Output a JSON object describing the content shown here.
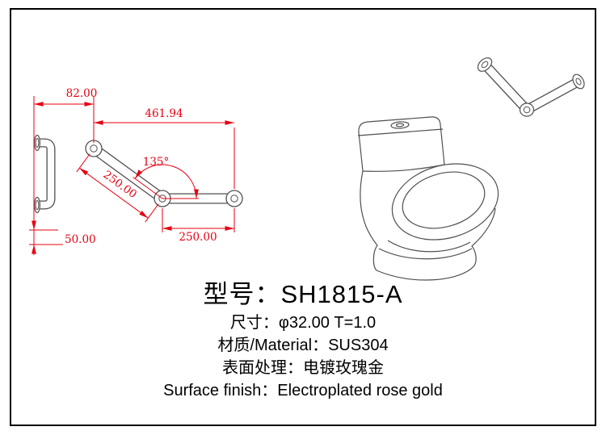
{
  "colors": {
    "background": "#ffffff",
    "border": "#000000",
    "drawing_line": "#4f4f4f",
    "dimension": "#e60012",
    "text": "#000000"
  },
  "drawing": {
    "dims": {
      "offset_top": "82.00",
      "total_length": "461.94",
      "bend_angle": "135°",
      "diagonal_length": "250.00",
      "horizontal_length": "250.00",
      "offset_bottom": "50.00"
    }
  },
  "specs": {
    "model": "型号：SH1815-A",
    "size": "尺寸：φ32.00 T=1.0",
    "material": "材质/Material：SUS304",
    "finish_cn": "表面处理：电镀玫瑰金",
    "finish_en": "Surface finish：Electroplated rose gold"
  }
}
